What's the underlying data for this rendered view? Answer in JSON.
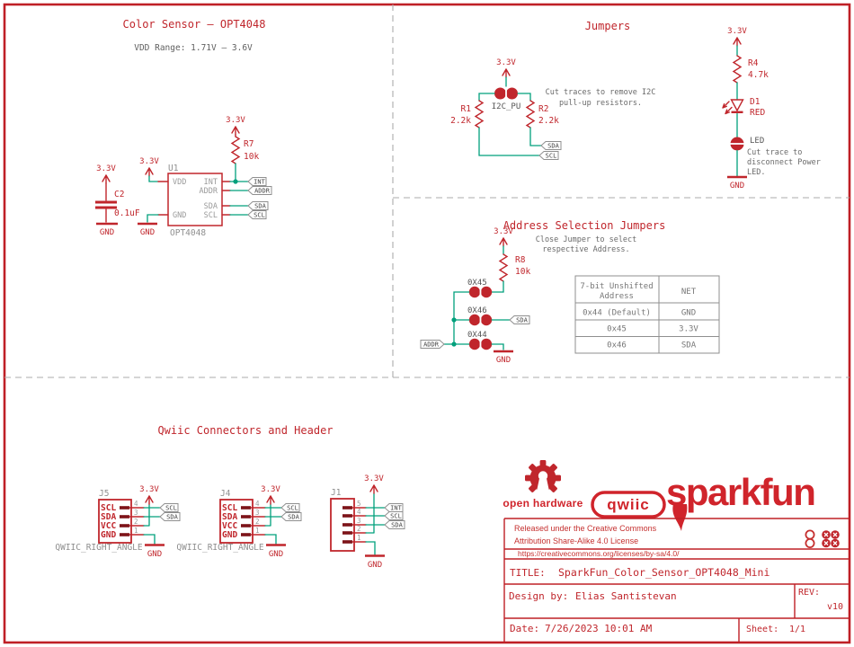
{
  "net": {
    "v33": "3.3V",
    "gnd": "GND",
    "sda": "SDA",
    "scl": "SCL",
    "int": "INT",
    "addr": "ADDR"
  },
  "colors": {
    "schematic_red": "#c0262c",
    "wire_green": "#00a07c",
    "label_gray": "#8f8f8f",
    "note_gray": "#6a6a6a",
    "logo_red": "#d0242b"
  },
  "color_sensor": {
    "title": "Color Sensor – OPT4048",
    "subtitle": "VDD Range: 1.71V – 3.6V",
    "c2": {
      "ref": "C2",
      "value": "0.1uF"
    },
    "r7": {
      "ref": "R7",
      "value": "10k"
    },
    "u1": {
      "ref": "U1",
      "part": "OPT4048",
      "pin_vdd": "VDD",
      "pin_gnd": "GND",
      "pin_int": "INT",
      "pin_addr": "ADDR",
      "pin_sda": "SDA",
      "pin_scl": "SCL"
    }
  },
  "jumpers": {
    "title": "Jumpers",
    "note1": "Cut traces to remove I2C",
    "note2": "pull-up resistors.",
    "i2c_pu": "I2C_PU",
    "r1": {
      "ref": "R1",
      "value": "2.2k"
    },
    "r2": {
      "ref": "R2",
      "value": "2.2k"
    }
  },
  "power_led": {
    "r4": {
      "ref": "R4",
      "value": "4.7k"
    },
    "d1": {
      "ref": "D1",
      "value": "RED"
    },
    "jumper": "LED",
    "note1": "Cut trace to",
    "note2": "disconnect Power",
    "note3": "LED."
  },
  "address": {
    "title": "Address Selection Jumpers",
    "note1": "Close Jumper to select",
    "note2": "respective Address.",
    "r8": {
      "ref": "R8",
      "value": "10k"
    },
    "jumper_labels": [
      "0X45",
      "0X46",
      "0X44"
    ],
    "table": {
      "header_col1a": "7-bit Unshifted",
      "header_col1b": "Address",
      "header_col2": "NET",
      "rows": [
        [
          "0x44 (Default)",
          "GND"
        ],
        [
          "0x45",
          "3.3V"
        ],
        [
          "0x46",
          "SDA"
        ]
      ]
    }
  },
  "qwiic": {
    "title": "Qwiic Connectors and Header",
    "j5": {
      "ref": "J5",
      "footprint": "QWIIC_RIGHT_ANGLE",
      "pins": [
        "SCL",
        "SDA",
        "VCC",
        "GND"
      ],
      "numbers": [
        "4",
        "3",
        "2",
        "1"
      ]
    },
    "j4": {
      "ref": "J4",
      "footprint": "QWIIC_RIGHT_ANGLE",
      "pins": [
        "SCL",
        "SDA",
        "VCC",
        "GND"
      ],
      "numbers": [
        "4",
        "3",
        "2",
        "1"
      ]
    },
    "j1": {
      "ref": "J1",
      "numbers": [
        "5",
        "4",
        "3",
        "2",
        "1"
      ]
    }
  },
  "title_block": {
    "license1": "Released under the Creative Commons",
    "license2": "Attribution Share-Alike 4.0 License",
    "url": "https://creativecommons.org/licenses/by-sa/4.0/",
    "title_label": "TITLE:",
    "title_value": "SparkFun_Color_Sensor_OPT4048_Mini",
    "design_label": "Design by:",
    "design_value": "Elias Santistevan",
    "rev_label": "REV:",
    "rev_value": "v10",
    "date_label": "Date:",
    "date_value": "7/26/2023 10:01 AM",
    "sheet_label": "Sheet:",
    "sheet_value": "1/1"
  },
  "logos": {
    "open_hardware": "open hardware",
    "qwiic": "qwiic",
    "sparkfun": "sparkfun"
  }
}
